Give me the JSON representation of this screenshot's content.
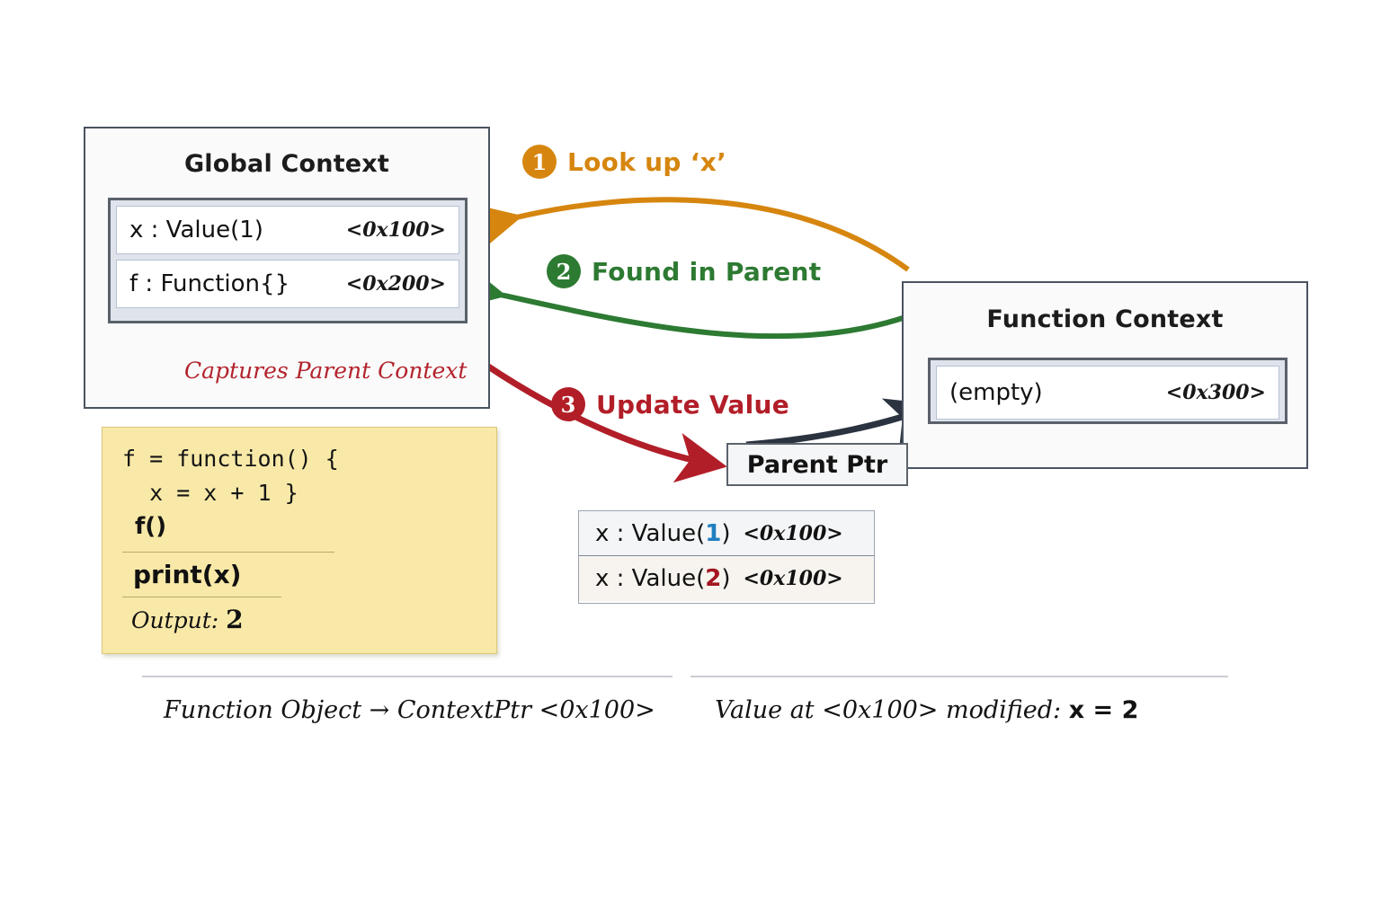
{
  "diagram": {
    "title_global": "Global Context",
    "title_function": "Function Context",
    "global_slots": [
      {
        "name": "x : Value(1)",
        "addr": "<0x100>"
      },
      {
        "name": "f : Function{}",
        "addr": "<0x200>"
      }
    ],
    "function_slots": [
      {
        "name": "(empty)",
        "addr": "<0x300>"
      }
    ],
    "parent_ptr_label": "Parent Ptr",
    "captures_label": "Captures Parent Context"
  },
  "code_note": {
    "line1": "f = function() {",
    "line2": "  x = x + 1 }",
    "line3": "f()",
    "print_line": "print(x)",
    "output_label": "Output:",
    "output_value": "2"
  },
  "value_table": {
    "row1": {
      "prefix": "x : Value(",
      "value": "1",
      "suffix": ")",
      "addr": "<0x100>",
      "color": "#1f7fc0"
    },
    "row2": {
      "prefix": "x : Value(",
      "value": "2",
      "suffix": ")",
      "addr": "<0x100>",
      "color": "#a31621"
    }
  },
  "steps": [
    {
      "num": "1",
      "label": "Look up ‘x’",
      "color": "#d6860f"
    },
    {
      "num": "2",
      "label": "Found in Parent",
      "color": "#2d7a32"
    },
    {
      "num": "3",
      "label": "Update Value",
      "color": "#b21e28"
    }
  ],
  "captions": {
    "left": "Function Object → ContextPtr  <0x100>",
    "right_prefix": "Value at <0x100> modified: ",
    "right_bold": "x = 2"
  },
  "colors": {
    "orange": "#d6860f",
    "green": "#2d7a32",
    "red": "#b21e28",
    "navy": "#2b3340",
    "note_yellow": "#f8e9a8"
  }
}
